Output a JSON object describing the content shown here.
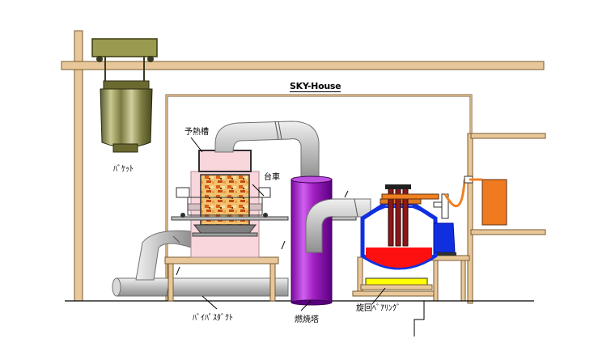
{
  "diagram": {
    "title": "SKY-House",
    "labels": {
      "bucket": "ﾊﾞｹｯﾄ",
      "preheat_tank": "予熱槽",
      "cart": "台車",
      "bypass_duct": "ﾊﾞｲﾊﾟｽﾀﾞｸﾄ",
      "combustion_tower": "燃焼塔",
      "rotary_ladle": "旋回ﾍﾞｱﾘﾝｸﾞ"
    }
  },
  "colors": {
    "frame_wood": "#e8c89a",
    "frame_stroke": "#7a5a30",
    "preheat_pink": "#f8d6dc",
    "duct_gray": "#c8c8c8",
    "tower_purple": "#a020c0",
    "furnace_blue": "#1030e0",
    "molten_red": "#ff1010",
    "electrode_brown": "#8b1818",
    "orange_pipe": "#f08020",
    "control_box": "#f07a20",
    "olive_bucket": "#9a9a60",
    "yellow_base": "#ffff00"
  }
}
